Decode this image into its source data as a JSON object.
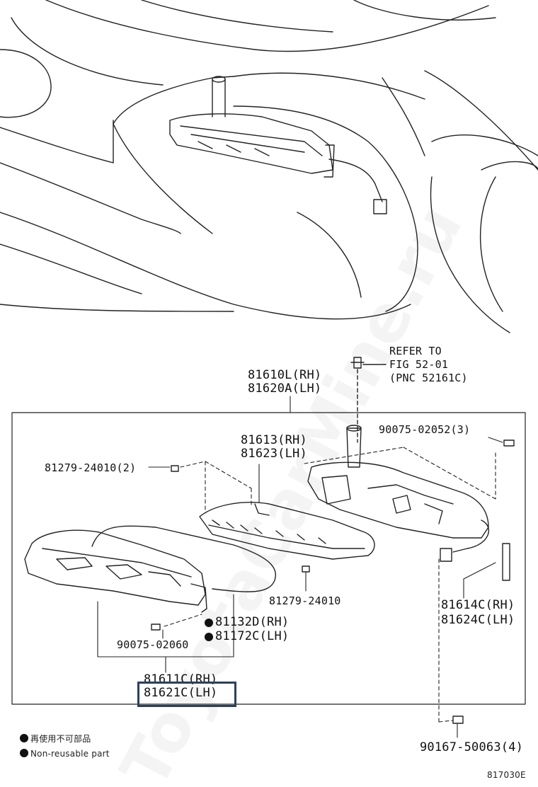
{
  "watermark": "ToyotaCarMine.ru",
  "refer": {
    "line1": "REFER TO",
    "line2": "FIG 52-01",
    "line3": "(PNC 52161C)"
  },
  "parts": {
    "assy_rh": "81610L(RH)",
    "assy_lh": "81620A(LH)",
    "lens_rh": "81613(RH)",
    "lens_lh": "81623(LH)",
    "screw_right": "90075-02052(3)",
    "screw_left": "81279-24010(2)",
    "screw_center": "81279-24010",
    "socket_rh": "81614C(RH)",
    "socket_lh": "81624C(LH)",
    "gasket_rh": "81132D(RH)",
    "gasket_lh": "81172C(LH)",
    "screw_bottom": "90075-02060",
    "housing_rh": "81611C(RH)",
    "housing_lh": "81621C(LH)",
    "clip": "90167-50063(4)"
  },
  "legend": {
    "jp": "再使用不可部品",
    "en": "Non-reusable part"
  },
  "figure_code": "817030E",
  "highlight_color": "#2d4156"
}
